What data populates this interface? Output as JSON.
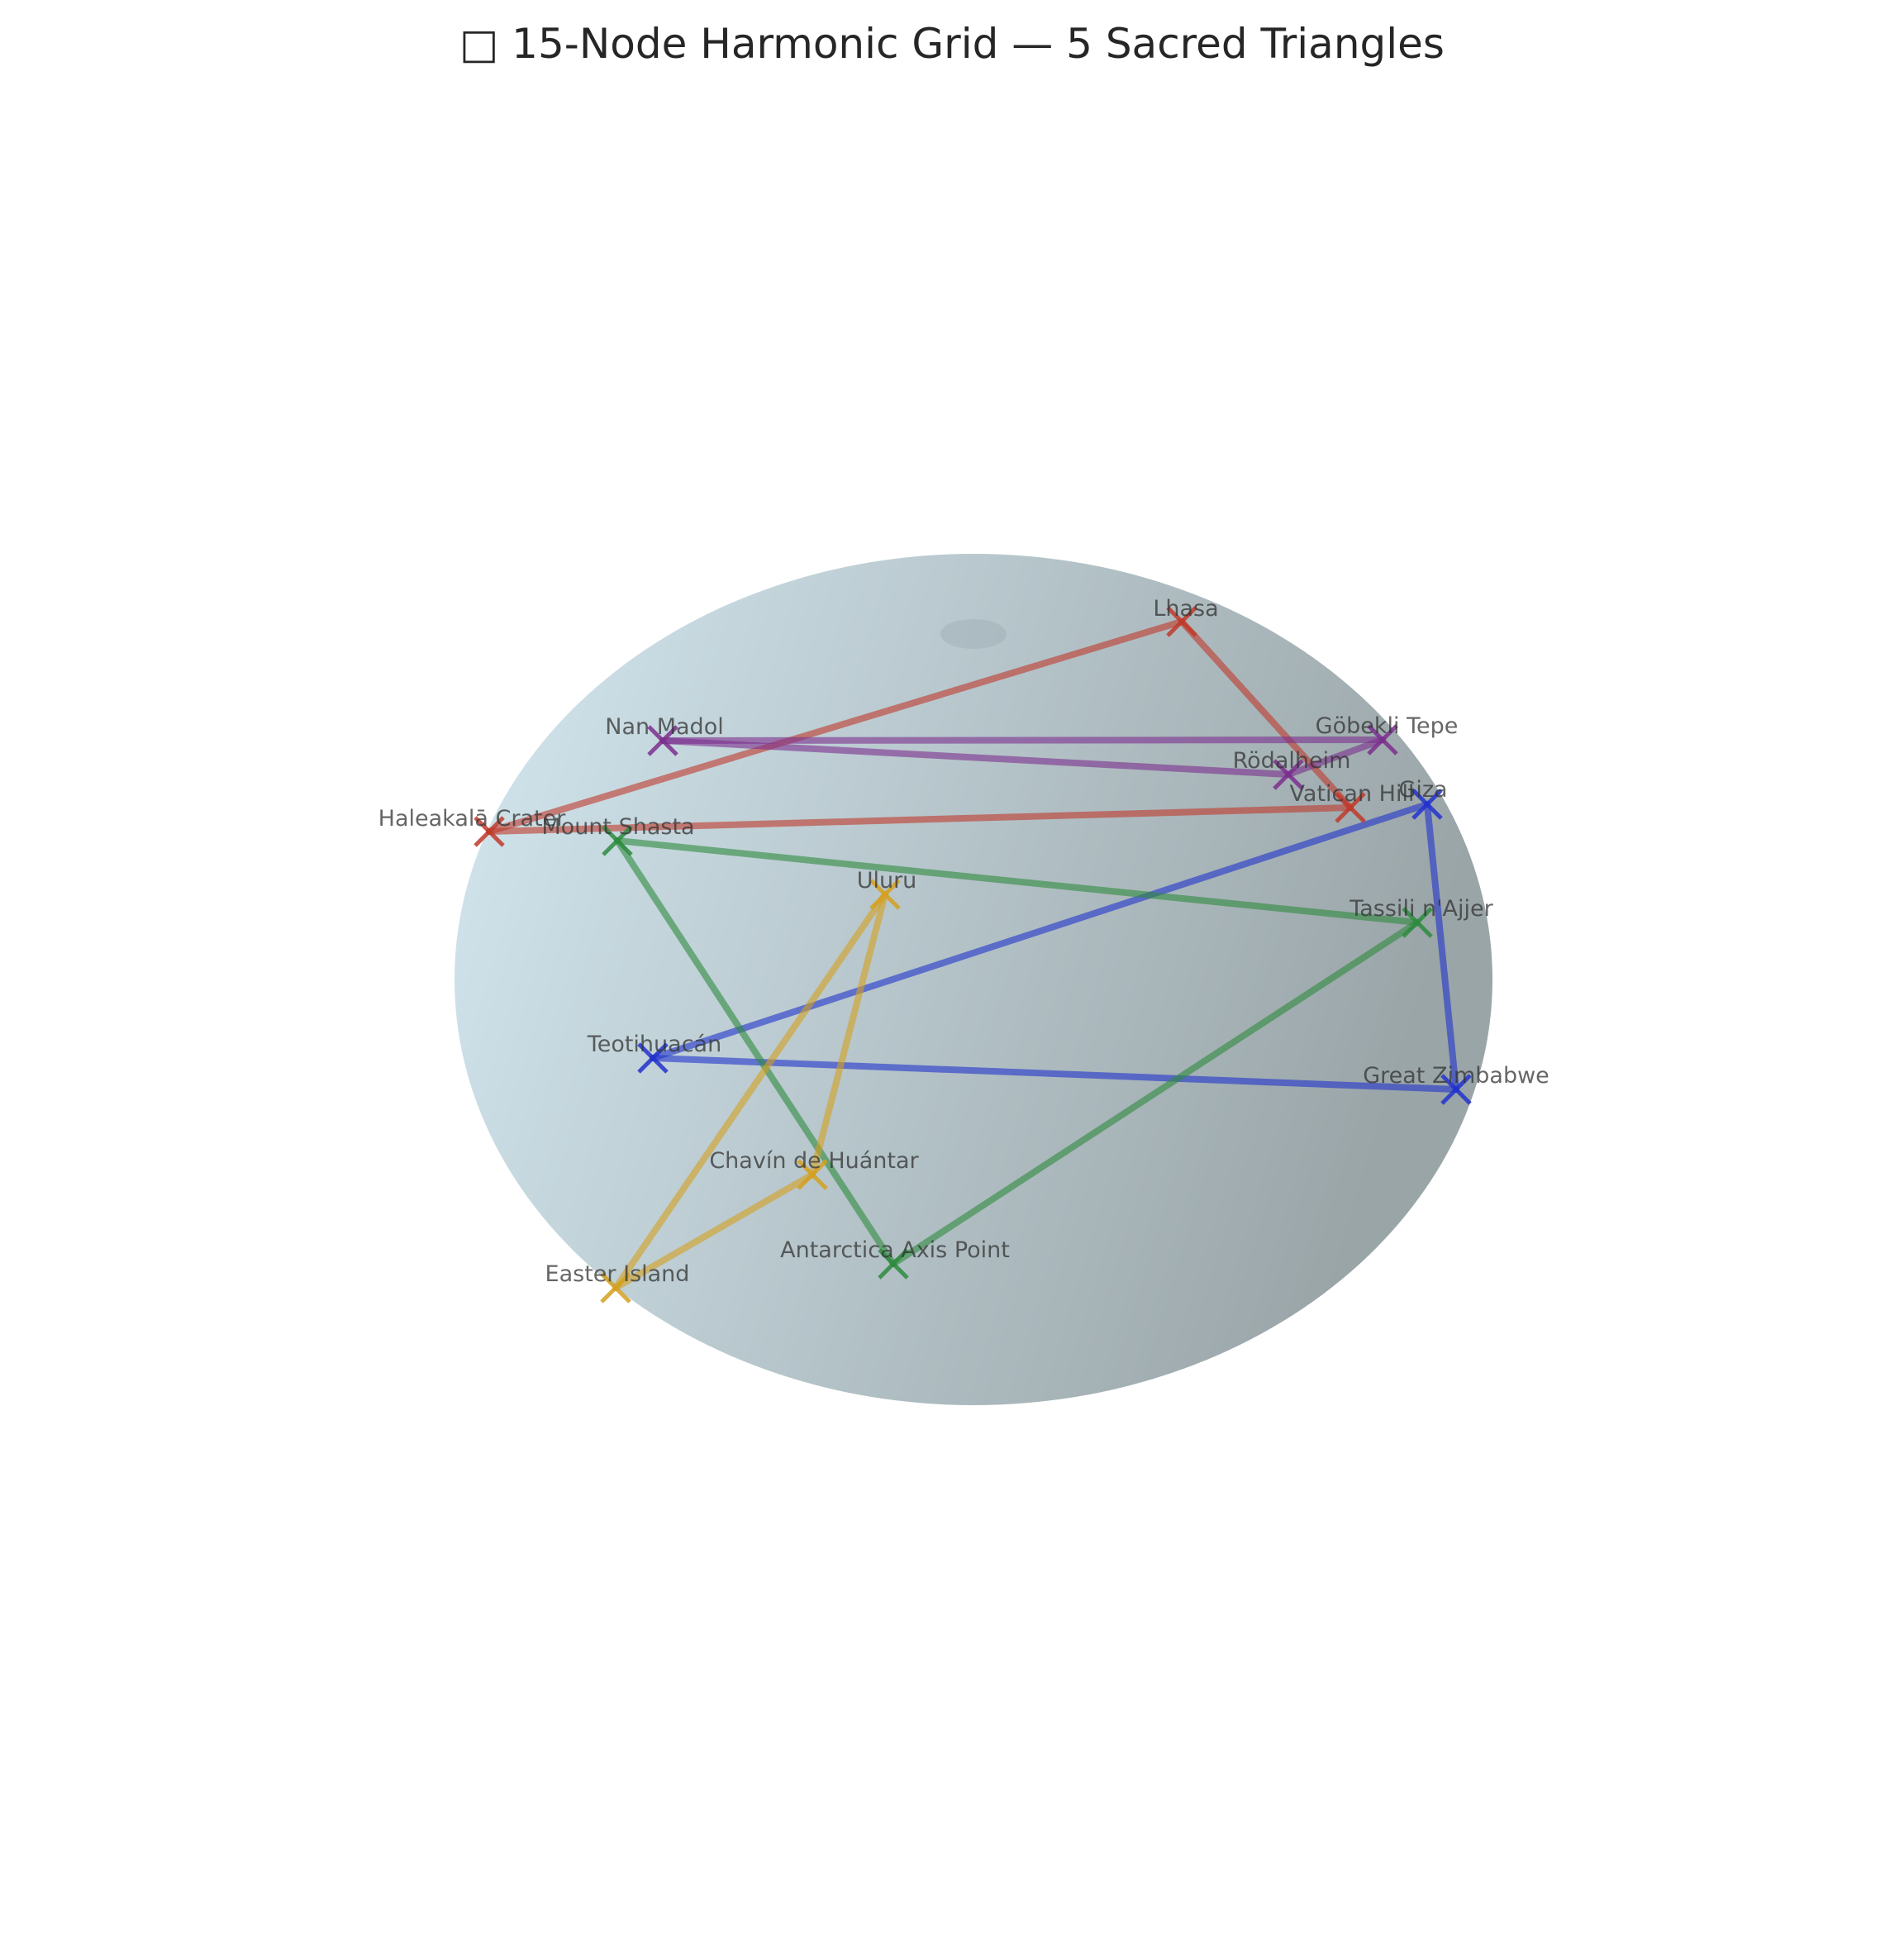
{
  "title": "□ 15-Node Harmonic Grid — 5 Sacred Triangles",
  "globe": {
    "fill_light": "#d4e8f0",
    "fill_dark": "#9aa5a8"
  },
  "nodes": [
    {
      "name": "Lhasa",
      "triangle": 0
    },
    {
      "name": "Vatican Hill",
      "triangle": 0
    },
    {
      "name": "Haleakalā Crater",
      "triangle": 0
    },
    {
      "name": "Giza",
      "triangle": 1
    },
    {
      "name": "Teotihuacán",
      "triangle": 1
    },
    {
      "name": "Great Zimbabwe",
      "triangle": 1
    },
    {
      "name": "Mount Shasta",
      "triangle": 2
    },
    {
      "name": "Tassili n'Ajjer",
      "triangle": 2
    },
    {
      "name": "Antarctica Axis Point",
      "triangle": 2
    },
    {
      "name": "Uluru",
      "triangle": 3
    },
    {
      "name": "Chavín de Huántar",
      "triangle": 3
    },
    {
      "name": "Easter Island",
      "triangle": 3
    },
    {
      "name": "Göbekli Tepe",
      "triangle": 4
    },
    {
      "name": "Nan Madol",
      "triangle": 4
    },
    {
      "name": "Rödalheim",
      "triangle": 4
    }
  ],
  "triangles": [
    {
      "color": "#c0392b",
      "nodes": [
        "Lhasa",
        "Vatican Hill",
        "Haleakalā Crater"
      ]
    },
    {
      "color": "#2233cc",
      "nodes": [
        "Giza",
        "Teotihuacán",
        "Great Zimbabwe"
      ]
    },
    {
      "color": "#2e8b3e",
      "nodes": [
        "Mount Shasta",
        "Tassili n'Ajjer",
        "Antarctica Axis Point"
      ]
    },
    {
      "color": "#d4a020",
      "nodes": [
        "Uluru",
        "Chavín de Huántar",
        "Easter Island"
      ]
    },
    {
      "color": "#7b2f8e",
      "nodes": [
        "Göbekli Tepe",
        "Nan Madol",
        "Rödalheim"
      ]
    }
  ]
}
